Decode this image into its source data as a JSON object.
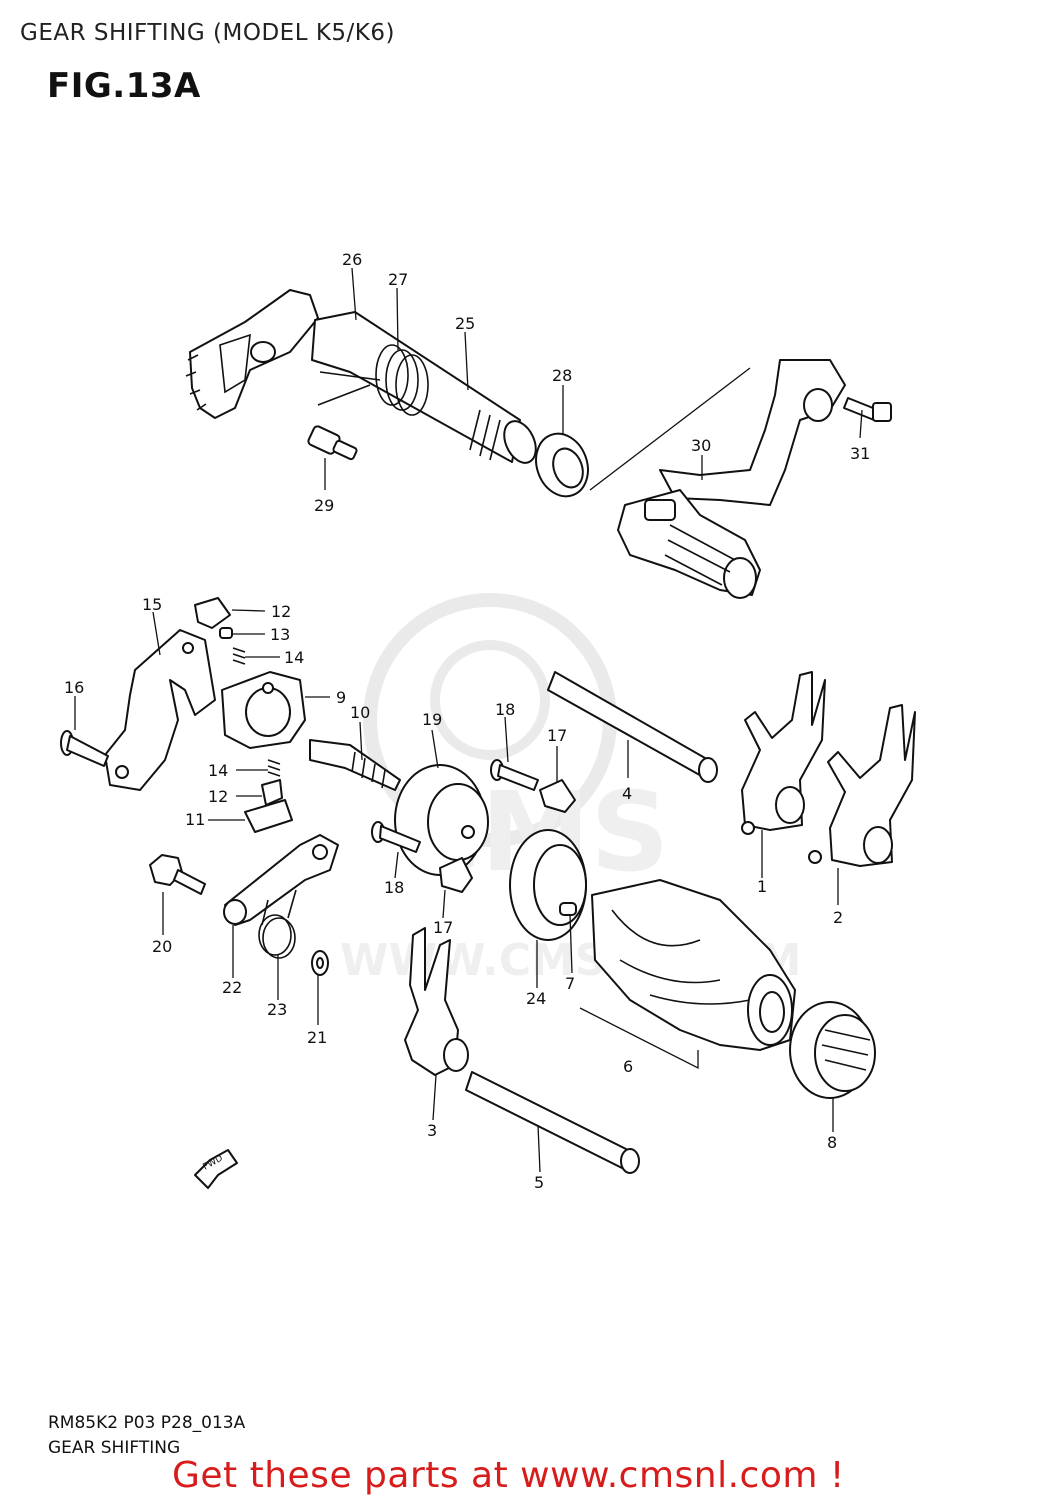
{
  "header": {
    "title": "GEAR SHIFTING (MODEL K5/K6)",
    "figure": "FIG.13A"
  },
  "callouts": {
    "p1": "1",
    "p2": "2",
    "p3": "3",
    "p4": "4",
    "p5": "5",
    "p6": "6",
    "p7": "7",
    "p8": "8",
    "p9": "9",
    "p10": "10",
    "p11": "11",
    "p12a": "12",
    "p12b": "12",
    "p13": "13",
    "p14a": "14",
    "p14b": "14",
    "p15": "15",
    "p16": "16",
    "p17a": "17",
    "p17b": "17",
    "p18a": "18",
    "p18b": "18",
    "p19": "19",
    "p20": "20",
    "p21": "21",
    "p22": "22",
    "p23": "23",
    "p24": "24",
    "p25": "25",
    "p26": "26",
    "p27": "27",
    "p28": "28",
    "p29": "29",
    "p30": "30",
    "p31": "31"
  },
  "fwd_label": "FWD",
  "watermark": {
    "brand": "CMS",
    "url": "WWW.CMSNL.COM"
  },
  "footer": {
    "code": "RM85K2 P03 P28_013A",
    "name": "GEAR SHIFTING",
    "link": "Get these parts at www.cmsnl.com !"
  },
  "colors": {
    "line": "#111111",
    "link": "#d81b1b",
    "watermark": "#d9d9d9"
  }
}
